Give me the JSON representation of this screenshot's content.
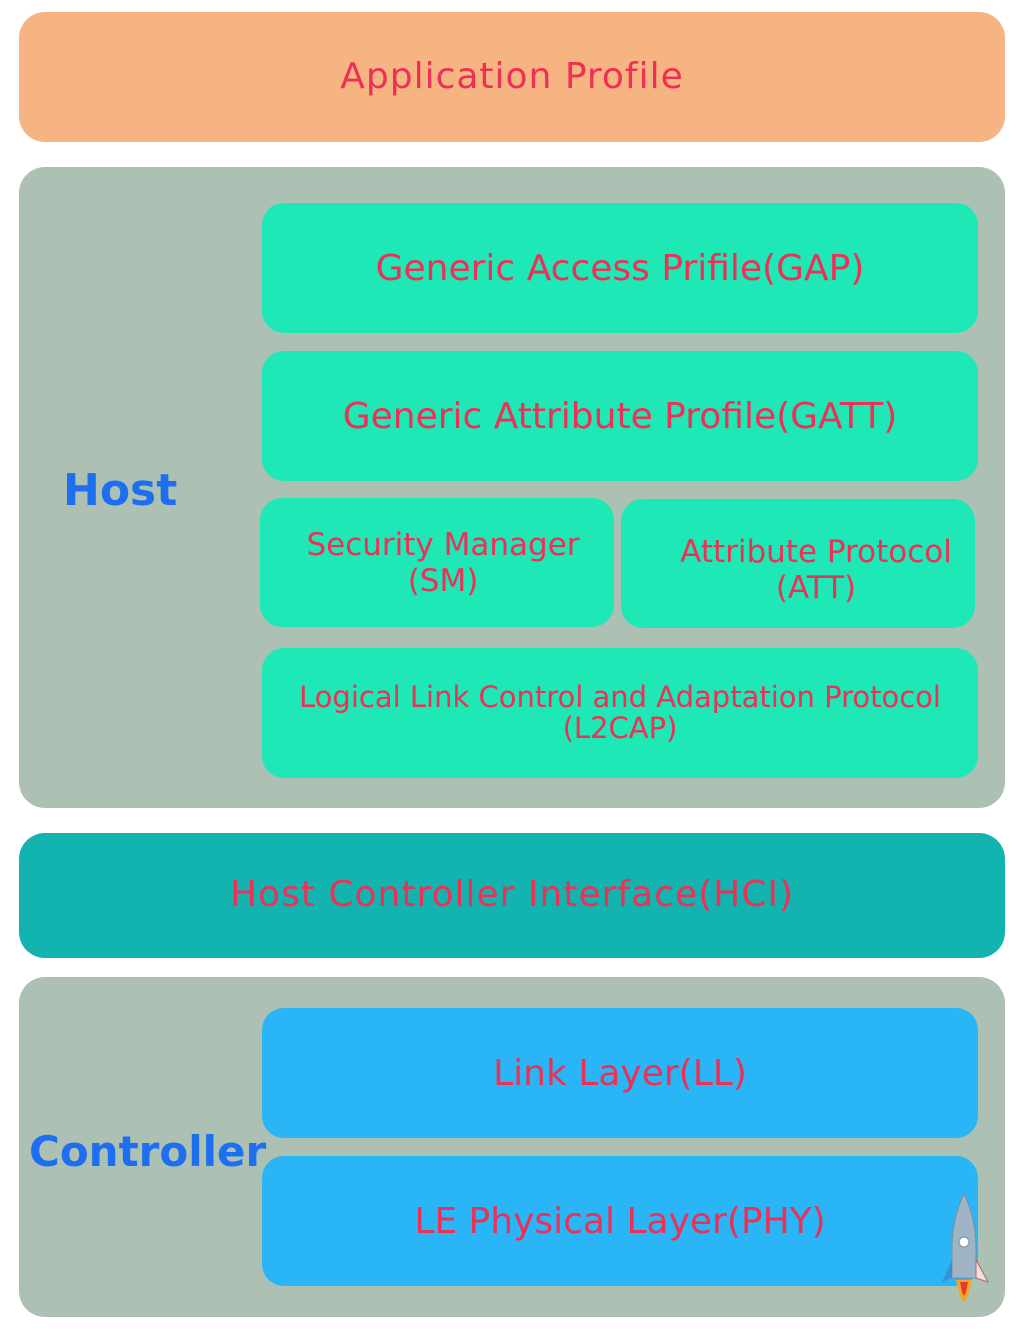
{
  "application_profile": {
    "label": "Application Profile",
    "color": "#f6b482"
  },
  "host": {
    "title": "Host",
    "color": "#adc0b4",
    "gap": {
      "label": "Generic Access Prifile(GAP)"
    },
    "gatt": {
      "label": "Generic Attribute Profile(GATT)"
    },
    "sm": {
      "line1": "Security Manager",
      "line2": "(SM)"
    },
    "att": {
      "line1": "Attribute Protocol",
      "line2": "(ATT)"
    },
    "l2cap": {
      "line1": "Logical Link Control and Adaptation Protocol",
      "line2": "(L2CAP)"
    },
    "block_color": "#1ee8b5"
  },
  "hci": {
    "label": "Host Controller Interface(HCI)",
    "color": "#13b3b0"
  },
  "controller": {
    "title": "Controller",
    "color": "#adc0b4",
    "ll": {
      "label": "Link Layer(LL)"
    },
    "phy": {
      "label": "LE Physical Layer(PHY)"
    },
    "block_color": "#29b5f6"
  },
  "colors": {
    "text": "#ee2f56",
    "group_title": "#1d6ff0"
  },
  "icons": {
    "corner": "rocket-icon"
  }
}
